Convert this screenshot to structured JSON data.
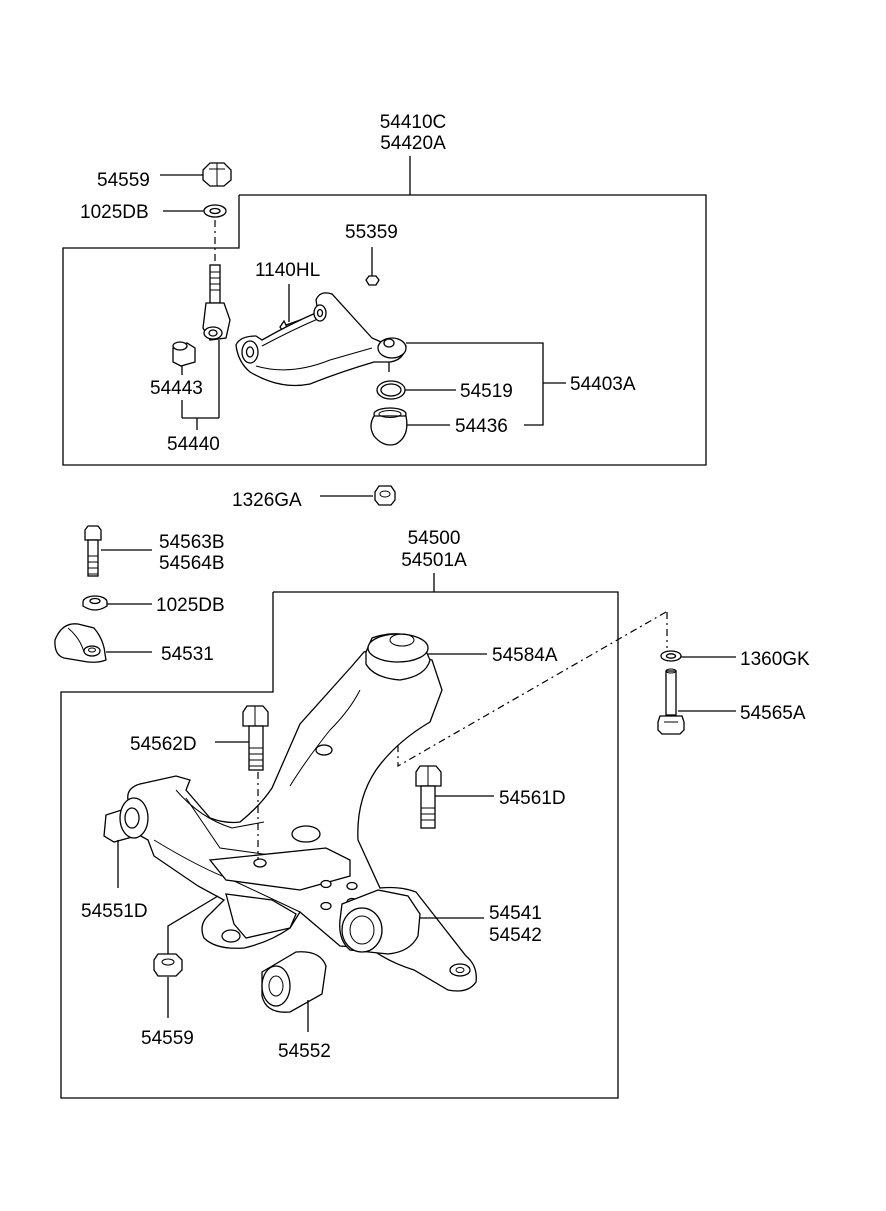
{
  "upper_assembly": {
    "title_1": "54410C",
    "title_2": "54420A",
    "labels": {
      "p54559": "54559",
      "p1025DB": "1025DB",
      "p55359": "55359",
      "p1140HL": "1140HL",
      "p54443": "54443",
      "p54440": "54440",
      "p54519": "54519",
      "p54403A": "54403A",
      "p54436": "54436"
    }
  },
  "loose_parts": {
    "p1326GA": "1326GA",
    "p54563B": "54563B",
    "p54564B": "54564B",
    "p1025DB": "1025DB",
    "p54531": "54531",
    "p1360GK": "1360GK",
    "p54565A": "54565A"
  },
  "lower_assembly": {
    "title_1": "54500",
    "title_2": "54501A",
    "labels": {
      "p54584A": "54584A",
      "p54562D": "54562D",
      "p54561D": "54561D",
      "p54551D": "54551D",
      "p54541": "54541",
      "p54542": "54542",
      "p54559": "54559",
      "p54552": "54552"
    }
  }
}
